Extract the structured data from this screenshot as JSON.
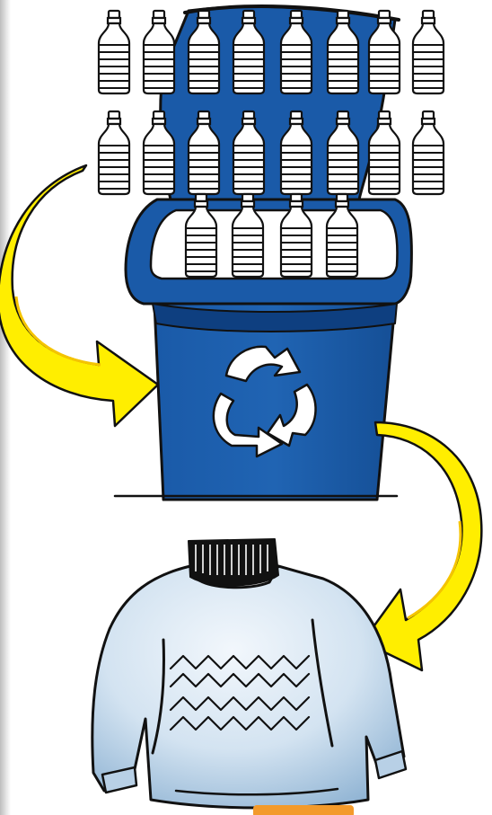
{
  "illustration": {
    "subject": "recycling",
    "icons": [
      "plastic-bottle-icon",
      "recycling-bin-icon",
      "recycle-symbol-icon",
      "arrow-icon",
      "sweater-icon"
    ],
    "colors": {
      "bin_blue": "#1a5aa8",
      "bin_dark": "#0e3f80",
      "arrow_yellow": "#ffee00",
      "sweater_light": "#e8f1fa",
      "sweater_dark": "#8fb3d3",
      "tab_orange": "#f39a2b"
    },
    "bottle_rows": [
      8,
      8,
      4
    ]
  }
}
